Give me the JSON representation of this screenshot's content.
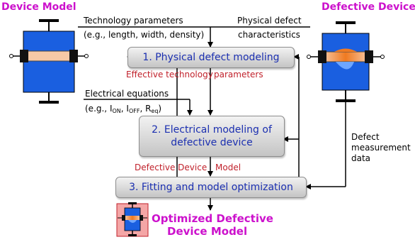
{
  "titles": {
    "device_model": "Device Model",
    "defective_device": "Defective Device",
    "optimized": [
      "Optimized Defective",
      "Device Model"
    ]
  },
  "inputs": {
    "technology_parameters": "Technology parameters",
    "technology_example": "(e.g., length, width, density)",
    "physical_defect": "Physical defect",
    "characteristics": "characteristics",
    "electrical_equations": "Electrical equations",
    "electrical_example": {
      "prefix": "(e.g., I",
      "sub1": "ON",
      "sep1": ", I",
      "sub2": "OFF",
      "sep2": ", R",
      "sub3": "eq",
      "suffix": ")"
    }
  },
  "boxes": {
    "step1": "1. Physical defect modeling",
    "step2": [
      "2. Electrical modeling of",
      "defective device"
    ],
    "step3": "3. Fitting and model optimization"
  },
  "labels": {
    "effective_technology": "Effective technology",
    "parameters": "parameters",
    "defective_device": "Defective Device",
    "model": "Model",
    "defect_measurement": [
      "Defect",
      "measurement",
      "data"
    ]
  },
  "colors": {
    "title": "#cc11cc",
    "box_text": "#1b2fb0",
    "red_label": "#c0212b",
    "device_blue": "#1a5fe0",
    "device_orange": "#f7c9a6",
    "defect_accent": "#f07a21",
    "optimized_pink": "#f4a6a6"
  }
}
